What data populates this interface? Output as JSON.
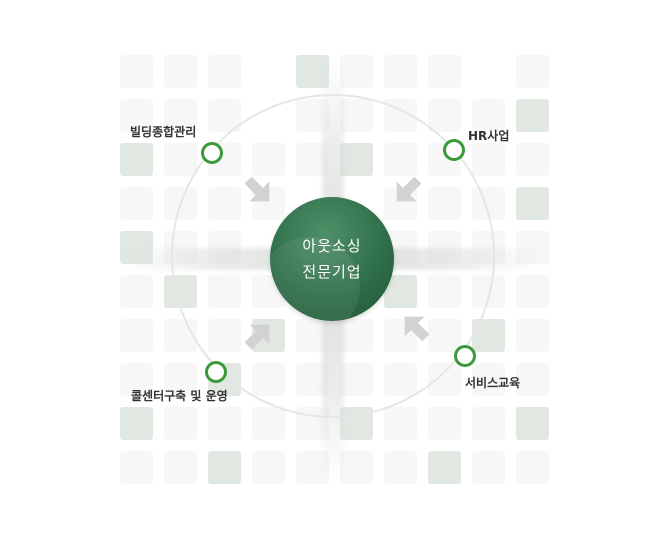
{
  "center": {
    "line1": "아웃소싱",
    "line2": "전문기업"
  },
  "items": [
    {
      "label": "빌딩종합관리"
    },
    {
      "label": "HR사업"
    },
    {
      "label": "콜센터구축 및 운영"
    },
    {
      "label": "서비스교육"
    }
  ],
  "colors": {
    "accent_green": "#3a9a3a",
    "center_dark": "#1f5636",
    "center_light": "#4f8f68",
    "tile_light": "#f6f7f6",
    "tile_mid": "#e1e8e2",
    "arrow": "#d2d2d2"
  }
}
